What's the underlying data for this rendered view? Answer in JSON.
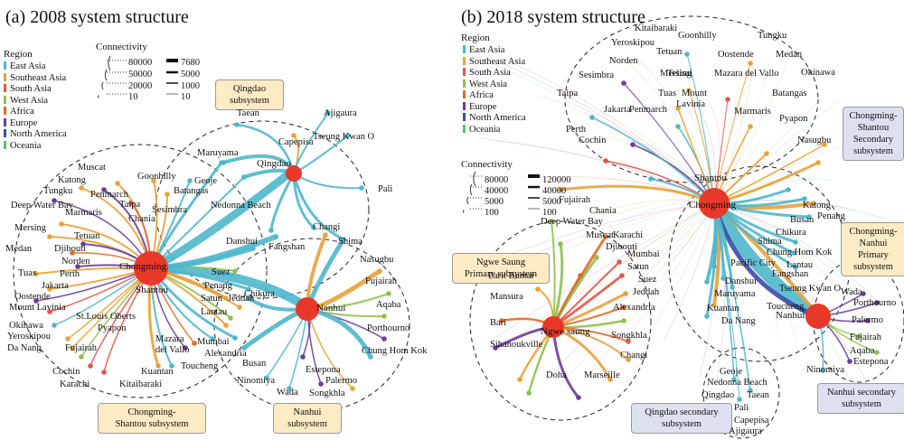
{
  "colors": {
    "east_asia": "#4fb7cc",
    "southeast_asia": "#e7a23b",
    "south_asia": "#e0564a",
    "west_asia": "#8dc24b",
    "africa": "#e06a2e",
    "europe": "#6a3d9a",
    "north_america": "#3b4aa8",
    "oceania": "#5bbf6c",
    "hub": "#e8382a",
    "box_yellow": "#fdebc4",
    "box_blue": "#dde0ef"
  },
  "legend_regions": [
    "East Asia",
    "Southeast Asia",
    "South Asia",
    "West Asia",
    "Africa",
    "Europe",
    "North America",
    "Oceania"
  ],
  "panel_a": {
    "title": "(a) 2008 system structure",
    "region_title": "Region",
    "connectivity_title": "Connectivity",
    "conn_circles": [
      "80000",
      "50000",
      "20000",
      "10"
    ],
    "conn_lines": [
      "7680",
      "5000",
      "1000",
      "10"
    ],
    "boxes": {
      "qingdao": "Qingdao\nsubsystem",
      "chongming": "Chongming-\nShantou subsystem",
      "nanhui": "Nanhui\nsubsystem"
    },
    "hubs": {
      "chongming": "Chongming",
      "shantou": "Shantou",
      "qingdao": "Qingdao",
      "nanhui": "Nanhui"
    },
    "labels": [
      "Capepisa",
      "Ajigaura",
      "Tseung Kwan O",
      "Taean",
      "Pali",
      "Maruyama",
      "Geoje",
      "Nedonna Beach",
      "Changi",
      "Shima",
      "Danshui",
      "Fangshan",
      "Muscat",
      "Goonhilly",
      "Katong",
      "Batangas",
      "Tungku",
      "Penmarch",
      "Taipa",
      "Sesimbra",
      "Marmaris",
      "Chania",
      "Deep Water Bay",
      "Tetuan",
      "Mersing",
      "Medan",
      "Djibouti",
      "Norden",
      "Perth",
      "Tuas",
      "Jakarta",
      "Oostende",
      "Mount Lavinia",
      "St.Louis Oberts",
      "Okinawa",
      "Pyapon",
      "Yeroskipou",
      "Mazara",
      "del Vallo",
      "Da Nang",
      "Fujairah",
      "Cochin",
      "Karachi",
      "Kuantan",
      "Kitaibaraki",
      "Suez",
      "Penang",
      "Chikura",
      "Satun",
      "Jeddah",
      "Lantau",
      "Mumbai",
      "Alexandria",
      "Toucheng",
      "Busan",
      "Nasugbu",
      "Fujairah",
      "Aqaba",
      "Porthourno",
      "Chung Hom Kok",
      "Estepona",
      "Ninomiya",
      "Palermo",
      "Wada",
      "Songkhla"
    ]
  },
  "panel_b": {
    "title": "(b) 2018 system structure",
    "region_title": "Region",
    "connectivity_title": "Connectivity",
    "conn_circles": [
      "80000",
      "40000",
      "5000",
      "100"
    ],
    "conn_lines": [
      "120000",
      "40000",
      "5000",
      "100"
    ],
    "boxes": {
      "shantou_sec": "Chongming-\nShantou\nSecondary\nsubsystem",
      "nanhui_primary": "Chongming-\nNanhui\nPrimary\nsubsystem",
      "ngwe": "Ngwe Saung\nPrimary subsystem",
      "nanhui_sec": "Nanhui secondary\nsubsystem",
      "qingdao_sec": "Qingdao secondary\nsubsystem"
    },
    "hubs": {
      "shantou": "Shantou",
      "chongming": "Chongming",
      "nanhui": "Nanhui",
      "ngwe": "Ngwe saung"
    },
    "labels": [
      "Kitaibaraki",
      "Goonhilly",
      "Tungku",
      "Yeroskipou",
      "Tetuan",
      "Oostende",
      "Medan",
      "Norden",
      "Okinawa",
      "Sesimbra",
      "Mersing",
      "Telisai",
      "Mazara del Vallo",
      "Taipa",
      "Tuas",
      "Mount",
      "Lavinia",
      "Batangas",
      "Jakarta",
      "Penmarch",
      "Marmaris",
      "Pyapon",
      "Perth",
      "Cochin",
      "Nasugbu",
      "Fujairah",
      "Chania",
      "Deep Water Bay",
      "Muscat",
      "Karachi",
      "Djibouti",
      "Mumbai",
      "Satun",
      "Parit Buntar",
      "Suez",
      "Jeddah",
      "Mansura",
      "Alexandria",
      "Bari",
      "Songkhla",
      "Sihanoukville",
      "Changi",
      "Doha",
      "Marseille",
      "Katong",
      "Penang",
      "Busan",
      "Chikura",
      "Shima",
      "Chung Hom Kok",
      "Lantau",
      "Pacific City",
      "Fangshan",
      "Danshui",
      "Maruyama",
      "Tseung Kwan O",
      "Toucheng",
      "Kuantan",
      "Da Nang",
      "Wada",
      "Porthourno",
      "Palermo",
      "Fujairah",
      "Aqaba",
      "Ninomiya",
      "Estepona",
      "Geoje",
      "Nedonna Beach",
      "Qingdao",
      "Taean",
      "Pali",
      "Capepisa",
      "Ajigaura"
    ]
  }
}
